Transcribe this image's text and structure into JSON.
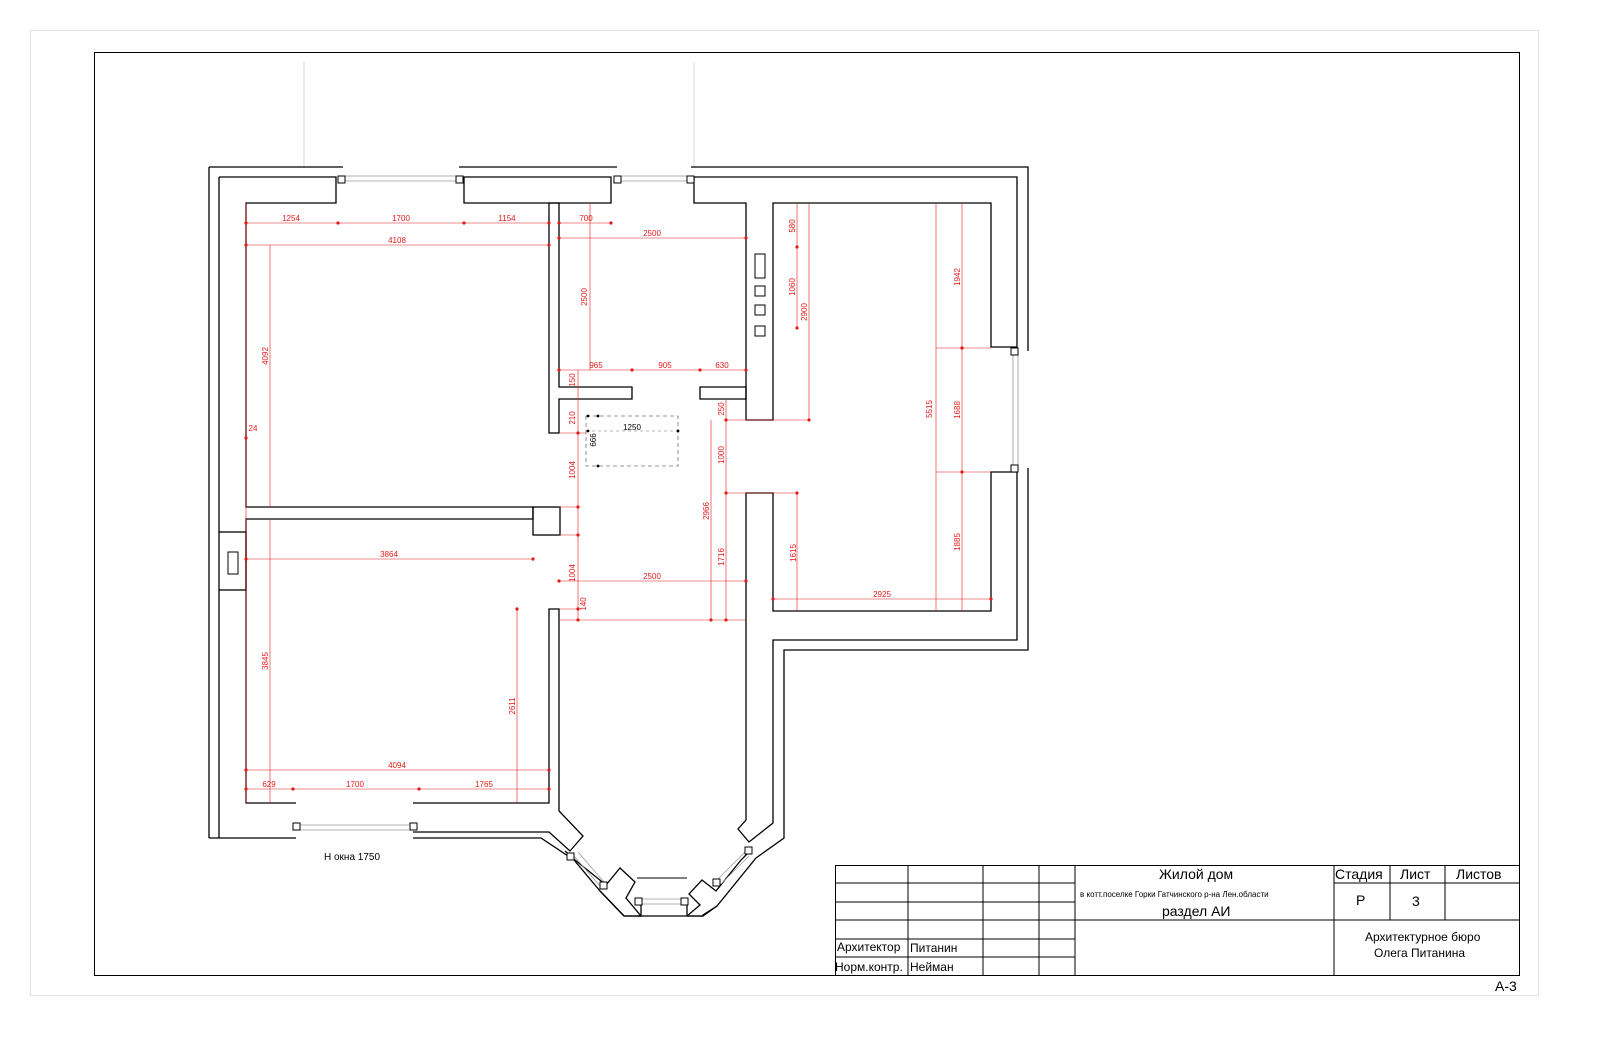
{
  "plan": {
    "window_height_note": "Н  окна 1750",
    "island_labels": [
      "1250",
      "666"
    ],
    "dims": {
      "horizontal": [
        "1254",
        "1700",
        "1154",
        "4108",
        "700",
        "2500",
        "965",
        "905",
        "630",
        "3864",
        "2500",
        "2925",
        "4094",
        "629",
        "1700",
        "1765"
      ],
      "vertical": [
        "4092",
        "24",
        "580",
        "1060",
        "2900",
        "2500",
        "150",
        "210",
        "250",
        "1004",
        "1000",
        "2966",
        "1716",
        "1615",
        "1004",
        "140",
        "5515",
        "1942",
        "1688",
        "1885",
        "3845",
        "2611"
      ]
    }
  },
  "title_block": {
    "project_title": "Жилой дом",
    "location": "в котт.поселке Горки Гатчинского р-на Лен.области",
    "section": "раздел АИ",
    "stage_label": "Стадия",
    "sheet_label": "Лист",
    "sheets_label": "Листов",
    "stage_value": "Р",
    "sheet_value": "3",
    "sheets_value": "",
    "architect_role": "Архитектор",
    "architect_name": "Питанин",
    "norm_role": "Норм.контр.",
    "norm_name": "Нейман",
    "bureau_line1": "Архитектурное бюро",
    "bureau_line2": "Олега Питанина"
  },
  "sheet_code": "А-3",
  "colors": {
    "dimension": "#e41a1a",
    "line": "#000000",
    "frame_light": "#e2e2e2"
  }
}
